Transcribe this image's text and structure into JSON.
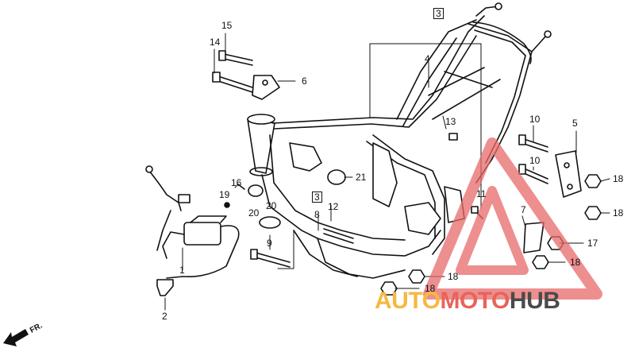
{
  "parts": {
    "p1": "1",
    "p2": "2",
    "p3a": "3",
    "p3b": "3",
    "p4": "4",
    "p5": "5",
    "p6": "6",
    "p7": "7",
    "p8": "8",
    "p9": "9",
    "p10a": "10",
    "p10b": "10",
    "p11": "11",
    "p12": "12",
    "p13": "13",
    "p14": "14",
    "p15": "15",
    "p16": "16",
    "p17": "17",
    "p18a": "18",
    "p18b": "18",
    "p18c": "18",
    "p18d": "18",
    "p18e": "18",
    "p19": "19",
    "p20a": "20",
    "p20b": "20",
    "p21": "21"
  },
  "direction_label": "FR.",
  "watermark": {
    "word_auto": "AUTO",
    "word_moto": "MOTO",
    "word_hub": "HUB",
    "color_auto": "#f5b942",
    "color_moto": "#e8635a",
    "color_hub": "#4a4a4a",
    "triangle_color": "#e86a6a"
  }
}
